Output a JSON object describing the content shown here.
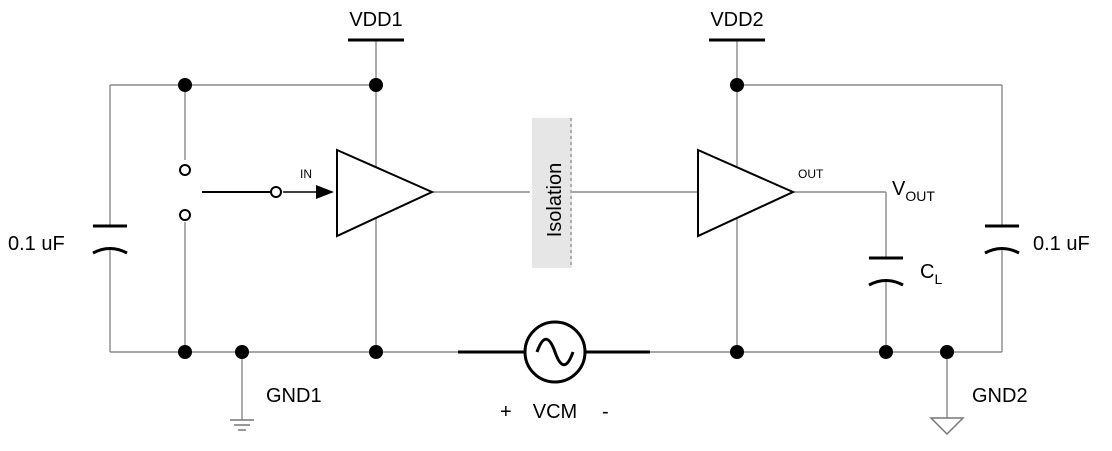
{
  "labels": {
    "vdd1": "VDD1",
    "vdd2": "VDD2",
    "gnd1": "GND1",
    "gnd2": "GND2",
    "in": "IN",
    "out": "OUT",
    "isolation": "Isolation",
    "vout_main": "V",
    "vout_sub": "OUT",
    "cl_main": "C",
    "cl_sub": "L",
    "cap_left": "0.1 uF",
    "cap_right": "0.1 uF",
    "vcm_plus": "+",
    "vcm": "VCM",
    "vcm_minus": "-"
  }
}
